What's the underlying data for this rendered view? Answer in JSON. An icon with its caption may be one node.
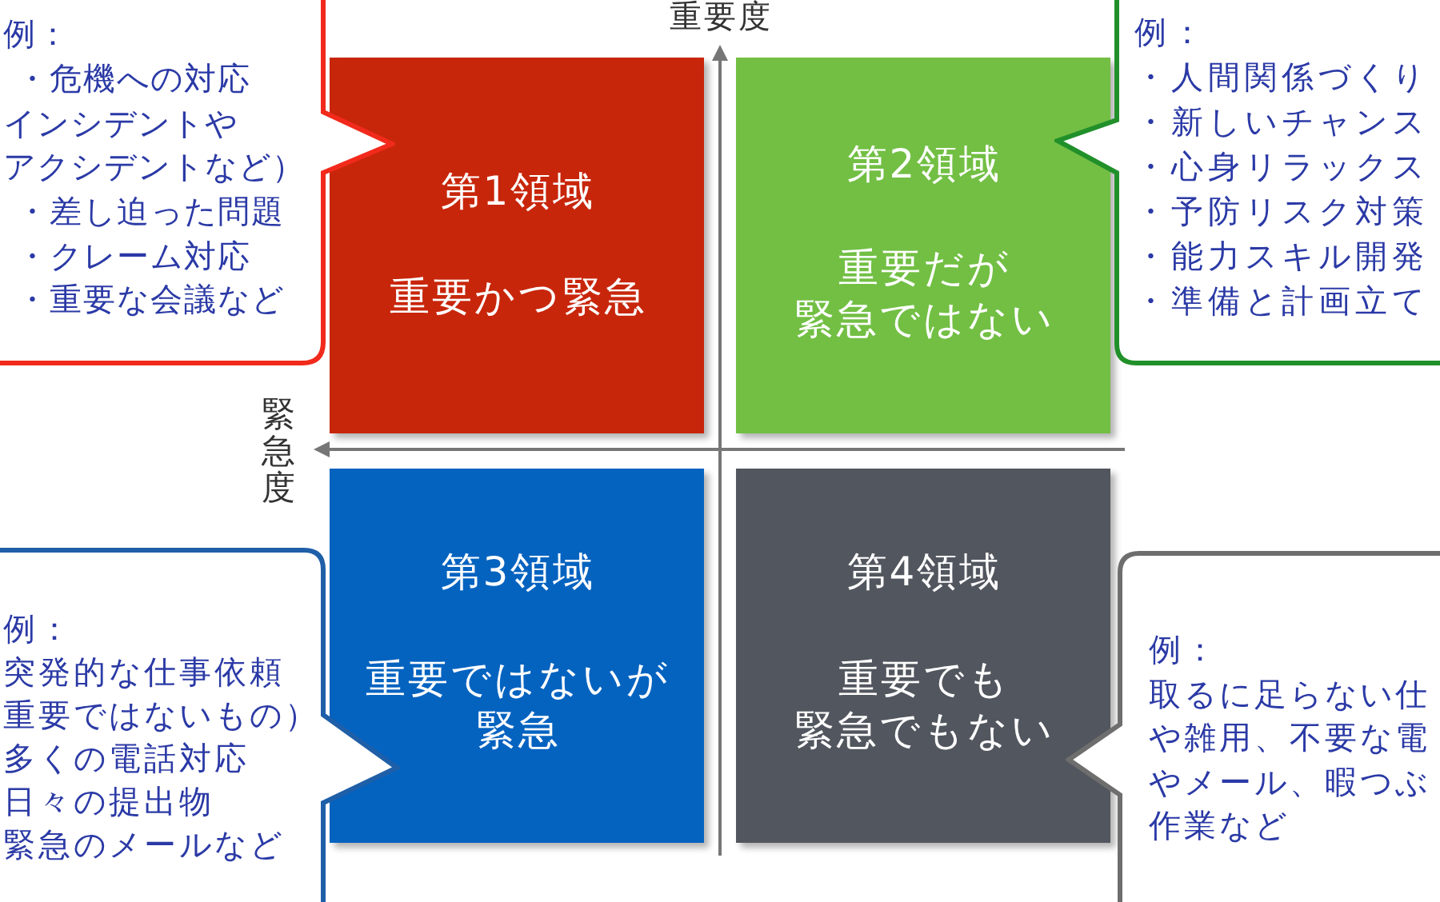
{
  "diagram": {
    "nodes": [
      {
        "text": [
          "例：",
          "・危機への対応",
          "インシデントやアクシデントなど）",
          "・差し迫った問題",
          "・クレーム対応",
          "・重要な会議など"
        ]
      },
      {
        "text": [
          "第1領域",
          "重要かつ緊急"
        ]
      },
      {
        "text": [
          "第2領域",
          "重要だが緊急ではない"
        ]
      },
      {
        "text": [
          "例：",
          "・人間関係づくり",
          "・新しいチャンス",
          "・心身リラックス",
          "・予防リスク対策",
          "・能力スキル開発",
          "・準備と計画立て"
        ]
      },
      {
        "text": [
          "例：",
          "突発的な仕事依頼重要ではないもの）",
          "多くの電話対応",
          "日々の提出物",
          "緊急のメールなど"
        ]
      },
      {
        "text": [
          "第3領域",
          "重要ではないが緊急"
        ]
      },
      {
        "text": [
          "第4領域",
          "重要でも緊急でもない"
        ]
      },
      {
        "text": [
          "例：",
          "取るに足らない仕",
          "や雑用、不要な電",
          "やメール、暇つぶ",
          "作業など"
        ]
      }
    ],
    "labels": [
      "重要度",
      "緊急度"
    ]
  }
}
